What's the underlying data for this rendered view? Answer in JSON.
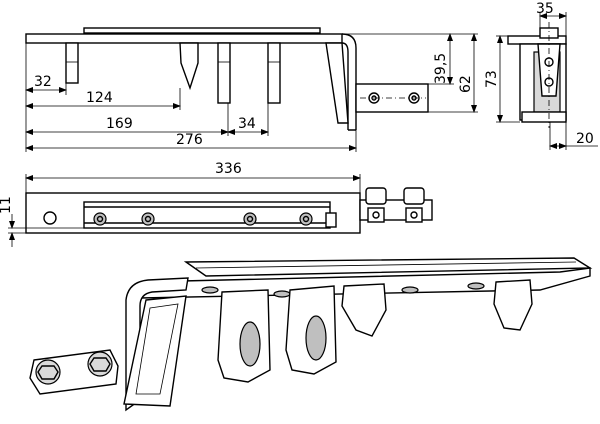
{
  "dimensions": {
    "d32": "32",
    "d124": "124",
    "d169": "169",
    "d34": "34",
    "d276": "276",
    "d39_5": "39,5",
    "d62": "62",
    "d73": "73",
    "d35": "35",
    "d20": "20",
    "d336": "336",
    "d11": "11"
  }
}
